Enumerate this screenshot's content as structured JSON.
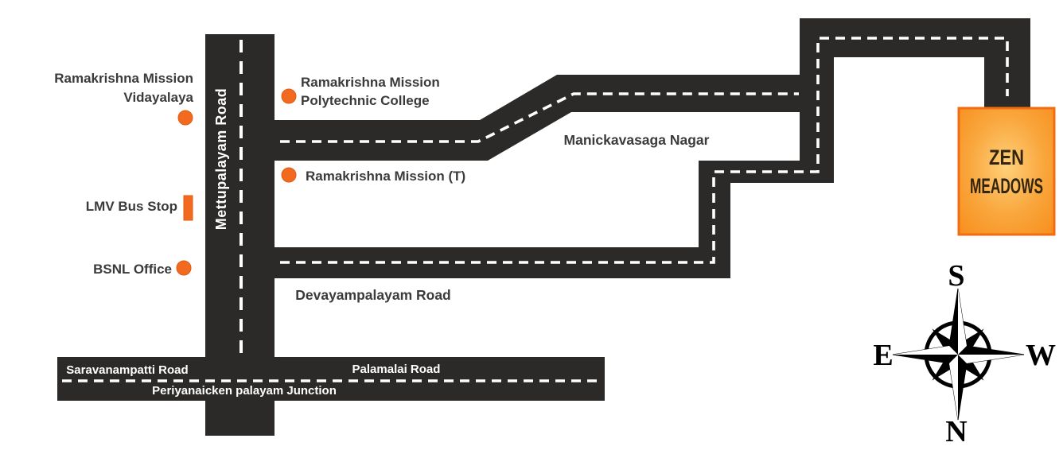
{
  "map": {
    "background": "#ffffff",
    "colors": {
      "road": "#2b2a28",
      "center_line": "#ffffff",
      "marker_orange": "#f26a1f",
      "label_text": "#3b3b3b",
      "road_label_text": "#ffffff",
      "project_border": "#f26d10",
      "project_fill_center": "#ffd07a",
      "project_fill_edge": "#f78f1e",
      "project_text": "#33250f",
      "compass_ink": "#000000"
    },
    "landmarks": {
      "vidayalaya": {
        "line1": "Ramakrishna Mission",
        "line2": "Vidayalaya",
        "marker": "dot"
      },
      "polytechnic": {
        "line1": "Ramakrishna Mission",
        "line2": "Polytechnic College",
        "marker": "dot"
      },
      "mission_t": {
        "label": "Ramakrishna Mission (T)",
        "marker": "dot"
      },
      "lmv_bus_stop": {
        "label": "LMV Bus Stop",
        "marker": "bar"
      },
      "bsnl_office": {
        "label": "BSNL Office",
        "marker": "dot"
      }
    },
    "areas": {
      "manickavasaga_nagar": "Manickavasaga Nagar"
    },
    "roads": {
      "mettupalayam": "Mettupalayam Road",
      "devayampalayam": "Devayampalayam Road",
      "saravanampatti": "Saravanampatti Road",
      "palamalai": "Palamalai Road",
      "junction": "Periyanaicken palayam Junction"
    },
    "project": {
      "line1": "ZEN",
      "line2": "MEADOWS"
    },
    "compass": {
      "top": "S",
      "bottom": "N",
      "left": "E",
      "right": "W"
    }
  }
}
